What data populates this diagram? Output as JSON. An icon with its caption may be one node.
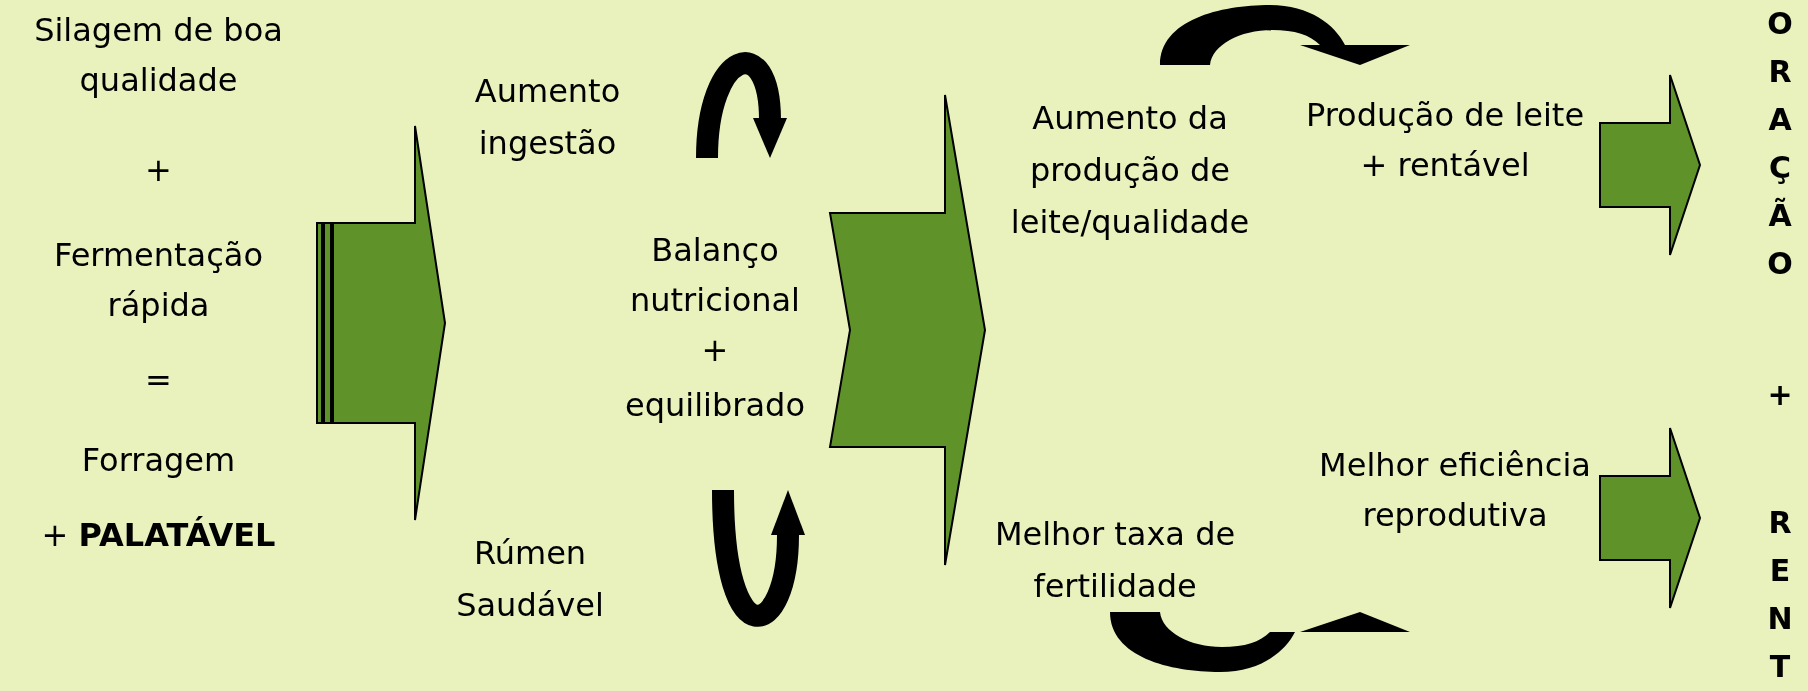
{
  "diagram": {
    "nodes": [
      {
        "text": [
          "Silagem de boa qualidade",
          "+",
          "Fermentação rápida",
          "=",
          "Forragem",
          "+ **PALATÁVEL**"
        ]
      },
      {
        "text": [
          "Aumento ingestão"
        ]
      },
      {
        "text": [
          "Balanço nutricional",
          "+",
          "equilibrado"
        ]
      },
      {
        "text": [
          "Rúmen Saudável"
        ]
      },
      {
        "text": [
          "Aumento da produção de leite/qualidade"
        ]
      },
      {
        "text": [
          "Produção de leite + rentável"
        ]
      },
      {
        "text": [
          "Melhor taxa de fertilidade"
        ]
      },
      {
        "text": [
          "Melhor eficiência reprodutiva"
        ]
      },
      {
        "text": [
          "ORAÇÃO",
          "+",
          "RENT"
        ]
      }
    ],
    "edges": [
      {
        "from": 0,
        "to": 2,
        "arrow": "to"
      },
      {
        "from": 2,
        "to": 4,
        "arrow": "to"
      },
      {
        "from": 2,
        "to": 6,
        "arrow": "to"
      },
      {
        "from": 5,
        "to": 8,
        "arrow": "to"
      },
      {
        "from": 7,
        "to": 8,
        "arrow": "to"
      },
      {
        "from": 4,
        "to": 5,
        "arrow": "to",
        "color": "#000000"
      },
      {
        "from": 6,
        "to": 7,
        "arrow": "to",
        "color": "#000000"
      }
    ]
  }
}
